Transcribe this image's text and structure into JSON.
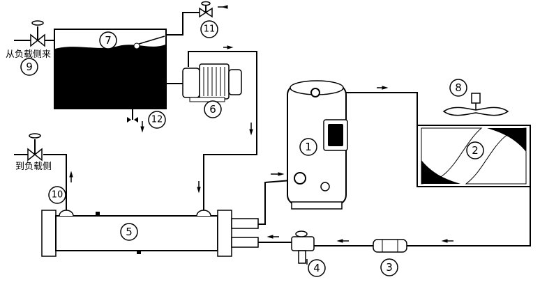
{
  "labels": {
    "from_load": "从负载侧来",
    "to_load": "到负载侧"
  },
  "callouts": {
    "c1": "1",
    "c2": "2",
    "c3": "3",
    "c4": "4",
    "c5": "5",
    "c6": "6",
    "c7": "7",
    "c8": "8",
    "c9": "9",
    "c10": "10",
    "c11": "11",
    "c12": "12"
  },
  "colors": {
    "line": "#000000",
    "water": "#000000",
    "background": "#ffffff"
  }
}
